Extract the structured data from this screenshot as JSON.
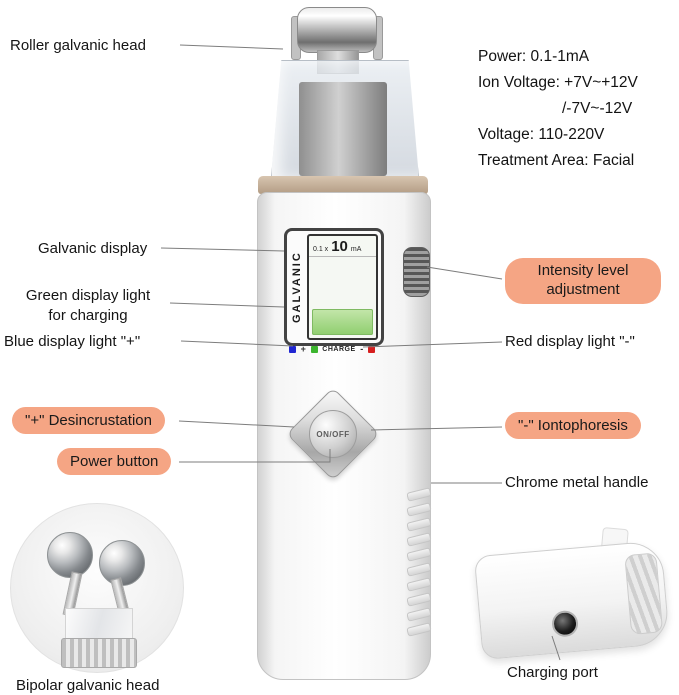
{
  "specs": {
    "line1": "Power: 0.1-1mA",
    "line2": "Ion Voltage: +7V~+12V",
    "line3": "/-7V~-12V",
    "line4": "Voltage: 110-220V",
    "line5": "Treatment Area: Facial"
  },
  "callouts": {
    "roller_head": "Roller galvanic head",
    "galvanic_display": "Galvanic display",
    "green_light_line1": "Green display light",
    "green_light_line2": "for charging",
    "blue_light": "Blue display light \"+\"",
    "intensity_line1": "Intensity level",
    "intensity_line2": "adjustment",
    "red_light": "Red display light \"-\"",
    "desincrustation": "\"+\" Desincrustation",
    "power_button": "Power button",
    "iontophoresis": "\"-\" Iontophoresis",
    "chrome_handle": "Chrome metal handle",
    "charging_port": "Charging port",
    "bipolar_head": "Bipolar galvanic head"
  },
  "device": {
    "brand": "GALVANIC",
    "readout_scale": "0.1 x",
    "readout_value": "10",
    "readout_unit": "mA",
    "plus_label": "+",
    "charge_label": "CHARGE",
    "minus_label": "-",
    "power_switch": "ON/OFF"
  },
  "colors": {
    "callout_bubble": "#F5A584",
    "blue_light": "#2026D2",
    "green_light": "#3CB52E",
    "red_light": "#D61F1F",
    "display_green": "#A8D98A",
    "band_beige": "#C9B29C"
  }
}
